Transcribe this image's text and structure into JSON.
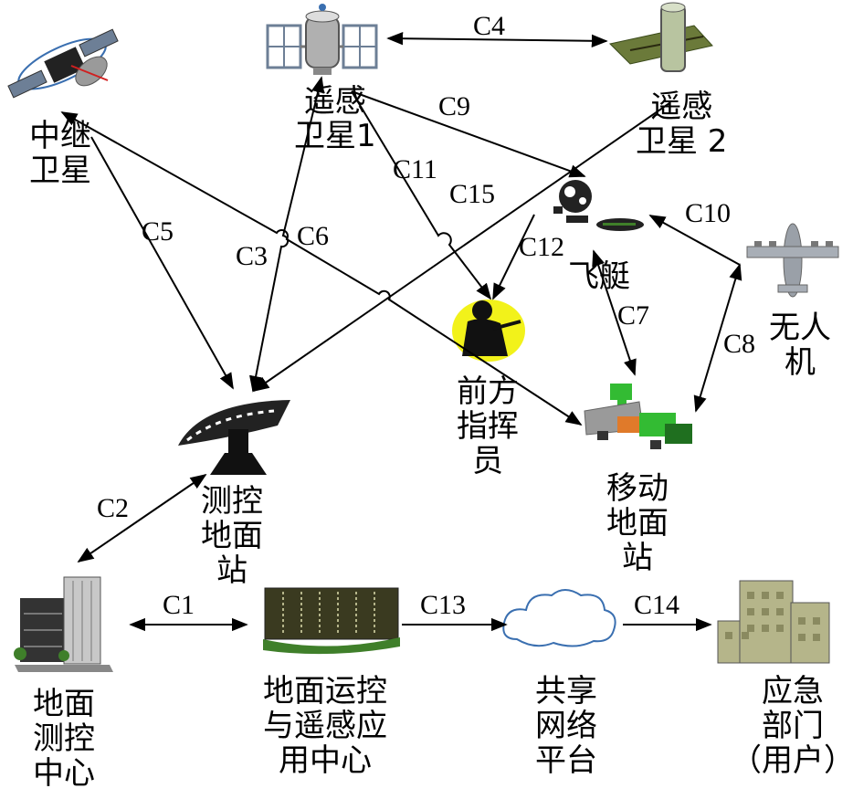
{
  "nodes": {
    "relay_satellite": {
      "label": [
        "中继",
        "卫星"
      ],
      "icon": "relay-satellite-icon"
    },
    "rs_satellite_1": {
      "label": [
        "遥感",
        "卫星1"
      ],
      "icon": "satellite-icon"
    },
    "rs_satellite_2": {
      "label": [
        "遥感",
        "卫星 2"
      ],
      "icon": "satellite-icon"
    },
    "airship": {
      "label": [
        "飞艇"
      ],
      "icon": "airship-icon"
    },
    "uav": {
      "label": [
        "无人",
        "机"
      ],
      "icon": "uav-icon"
    },
    "front_commander": {
      "label": [
        "前方",
        "指挥",
        "员"
      ],
      "icon": "soldier-icon"
    },
    "mobile_ground_station": {
      "label": [
        "移动",
        "地面",
        "站"
      ],
      "icon": "mobile-vehicle-icon"
    },
    "tt_ground_station": {
      "label": [
        "测控",
        "地面",
        "站"
      ],
      "icon": "dish-antenna-icon"
    },
    "ground_tt_center": {
      "label": [
        "地面",
        "测控",
        "中心"
      ],
      "icon": "building-icon"
    },
    "ops_center": {
      "label": [
        "地面运控",
        "与遥感应",
        "用中心"
      ],
      "icon": "data-center-icon"
    },
    "shared_network": {
      "label": [
        "共享",
        "网络",
        "平台"
      ],
      "icon": "cloud-icon"
    },
    "emergency_dept": {
      "label": [
        "应急",
        "部门",
        "（用户）"
      ],
      "icon": "office-building-icon"
    }
  },
  "edges": {
    "C1": "C1",
    "C2": "C2",
    "C3": "C3",
    "C4": "C4",
    "C5": "C5",
    "C6": "C6",
    "C7": "C7",
    "C8": "C8",
    "C9": "C9",
    "C10": "C10",
    "C11": "C11",
    "C12": "C12",
    "C13": "C13",
    "C14": "C14",
    "C15": "C15"
  },
  "colors": {
    "line": "#000000",
    "metal": "#9a9a9a",
    "panel": "#6d7f96",
    "green": "#3f7f2a",
    "bright_green": "#33bb33",
    "orange": "#e07a2a",
    "soldier": "#f2f21a",
    "cloud": "#3a6fb0",
    "building": "#b5b58a"
  }
}
